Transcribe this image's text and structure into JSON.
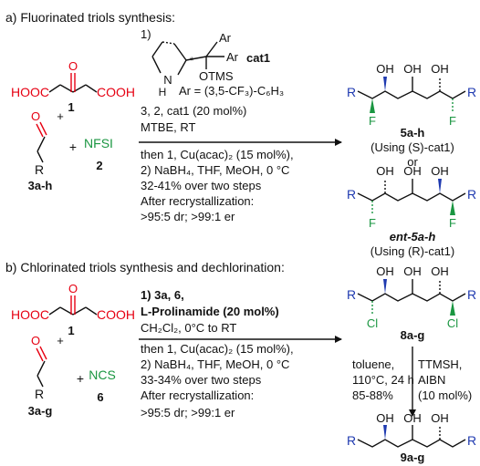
{
  "colors": {
    "black": "#111111",
    "red": "#e60012",
    "green": "#1a9641",
    "blue": "#1f3ab0"
  },
  "section_a": {
    "heading": "a) Fluorinated triols synthesis:",
    "reagents_left": {
      "acid_left": "HOOC",
      "acid_right": "COOH",
      "acid_num": "1",
      "plus_1": "+",
      "plus_2": "+",
      "aldehyde_r": "R",
      "aldehyde_num": "3a-h",
      "nfsi": "NFSI",
      "nfsi_num": "2"
    },
    "catalyst": {
      "step1": "1)",
      "ar_top": "Ar",
      "ar_mid": "Ar",
      "cat_label": "cat1",
      "otms": "OTMS",
      "nh": "H",
      "ar_def": "Ar = (3,5-CF₃)-C₆H₃"
    },
    "conditions": [
      "3, 2, cat1 (20 mol%)",
      "MTBE, RT",
      "then 1, Cu(acac)₂ (15 mol%),",
      "2) NaBH₄, THF, MeOH, 0 °C",
      "32-41% over two steps",
      "After recrystallization:",
      ">95:5 dr; >99:1 er"
    ],
    "product_1": {
      "oh_1": "OH",
      "oh_2": "OH",
      "oh_3": "OH",
      "r_left": "R",
      "r_right": "R",
      "f_left": "F",
      "f_right": "F",
      "label": "5a-h",
      "using": "(Using (S)-cat1)"
    },
    "or": "or",
    "product_2": {
      "oh_1": "OH",
      "oh_2": "OH",
      "oh_3": "OH",
      "r_left": "R",
      "r_right": "R",
      "f_left": "F",
      "f_right": "F",
      "label": "ent-5a-h",
      "using": "(Using (R)-cat1)"
    }
  },
  "section_b": {
    "heading": "b) Chlorinated triols synthesis and dechlorination:",
    "reagents_left": {
      "acid_left": "HOOC",
      "acid_right": "COOH",
      "acid_num": "1",
      "plus_1": "+",
      "plus_2": "+",
      "aldehyde_r": "R",
      "aldehyde_num": "3a-g",
      "ncs": "NCS",
      "ncs_num": "6"
    },
    "conditions": [
      "1) 3a, 6,",
      "L-Prolinamide (20 mol%)",
      "CH₂Cl₂, 0°C to RT",
      "then 1, Cu(acac)₂ (15 mol%),",
      "2) NaBH₄, THF, MeOH, 0 °C",
      "33-34% over two steps",
      "After recrystallization:",
      ">95:5 dr; >99:1 er"
    ],
    "product_cl": {
      "oh_1": "OH",
      "oh_2": "OH",
      "oh_3": "OH",
      "r_left": "R",
      "r_right": "R",
      "cl_left": "Cl",
      "cl_right": "Cl",
      "label": "8a-g"
    },
    "dechlor_left": [
      "toluene,",
      "110°C, 24 h",
      "85-88%"
    ],
    "dechlor_right": [
      "TTMSH,",
      "AIBN",
      "(10 mol%)"
    ],
    "product_final": {
      "oh_1": "OH",
      "oh_2": "OH",
      "oh_3": "OH",
      "r_left": "R",
      "r_right": "R",
      "label": "9a-g"
    }
  }
}
